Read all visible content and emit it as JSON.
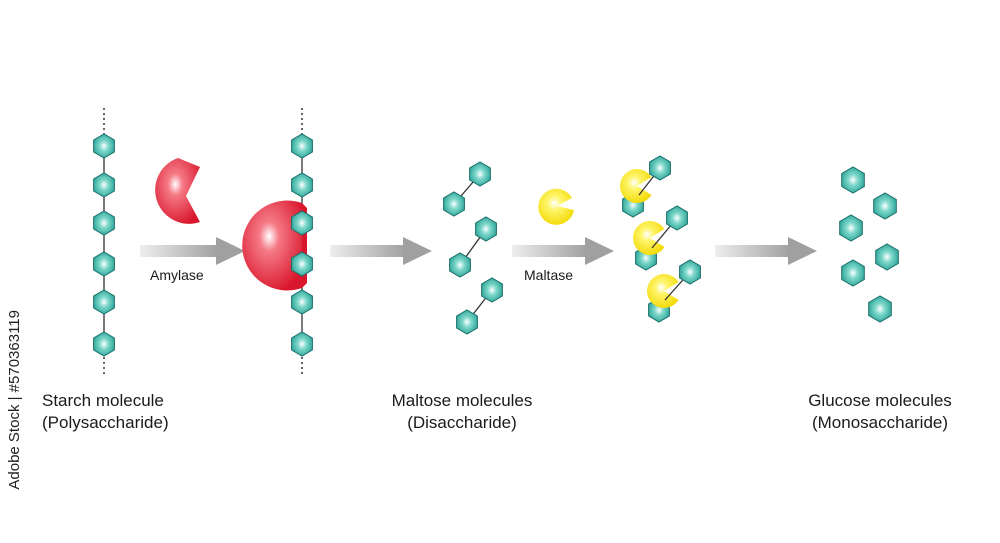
{
  "labels": {
    "starch_line1": "Starch molecule",
    "starch_line2": "(Polysaccharide)",
    "maltose_line1": "Maltose molecules",
    "maltose_line2": "(Disaccharide)",
    "glucose_line1": "Glucose molecules",
    "glucose_line2": "(Monosaccharide)",
    "amylase": "Amylase",
    "maltase": "Maltase"
  },
  "watermark": "Adobe Stock | #570363119",
  "colors": {
    "glucose_fill": "#2fb3a3",
    "glucose_stroke": "#1a6e6a",
    "amylase": "#e8253a",
    "maltase": "#ffee22",
    "arrow": "#a9a9a9"
  }
}
